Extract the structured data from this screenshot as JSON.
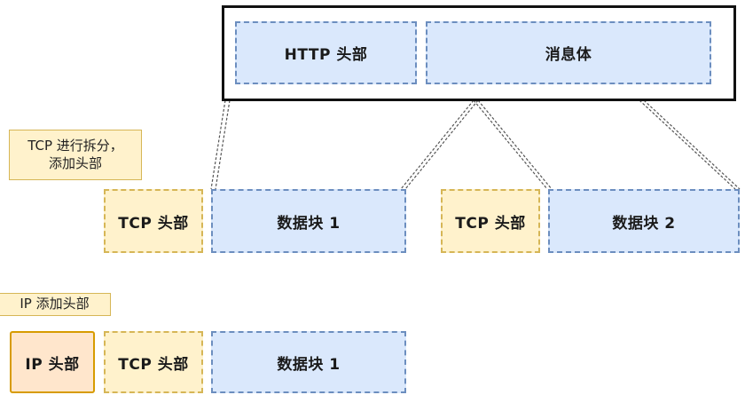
{
  "http_layer": {
    "header_label": "HTTP 头部",
    "body_label": "消息体"
  },
  "tcp_note": {
    "line1": "TCP 进行拆分，",
    "line2": "添加头部"
  },
  "tcp_layer": {
    "segment1": {
      "header_label": "TCP 头部",
      "data_label": "数据块 1"
    },
    "segment2": {
      "header_label": "TCP 头部",
      "data_label": "数据块 2"
    }
  },
  "ip_note": {
    "label": "IP 添加头部"
  },
  "ip_layer": {
    "ip_header_label": "IP 头部",
    "tcp_header_label": "TCP 头部",
    "data_label": "数据块 1"
  },
  "colors": {
    "blue_fill": "#dae8fc",
    "blue_stroke": "#6c8ebf",
    "yellow_fill": "#fff2cc",
    "yellow_stroke": "#d6b656",
    "orange_fill": "#ffe6cc",
    "orange_stroke": "#d79b00"
  }
}
